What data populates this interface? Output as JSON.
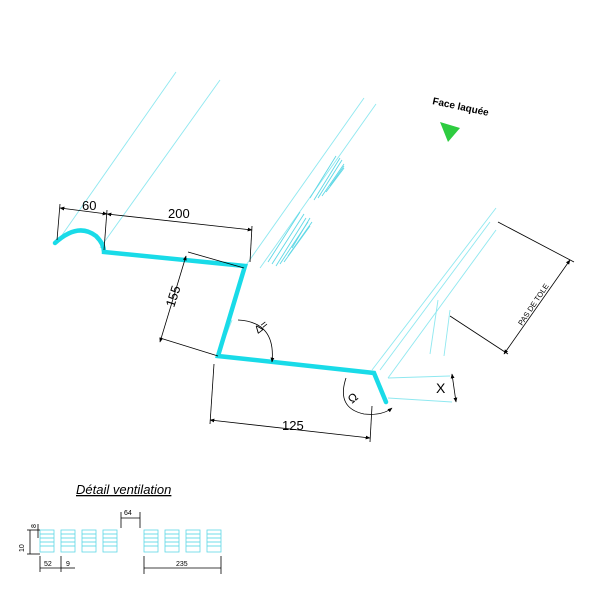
{
  "drawing": {
    "face_label": "Face laquée",
    "dimensions": {
      "d60": "60",
      "d200": "200",
      "d155": "155",
      "d125": "125",
      "x": "X",
      "pas_de_tole": "PAS DE TOLE"
    },
    "angles": {
      "delta": "Δ=",
      "omega": "Ω"
    },
    "colors": {
      "profile": "#19dbe8",
      "guide_lines": "#8fe8f0",
      "arrow": "#2ecc40"
    }
  },
  "detail": {
    "title": "Détail ventilation",
    "dims": {
      "d10": "10",
      "d8": "8",
      "d52": "52",
      "d9": "9",
      "d64": "64",
      "d235": "235"
    }
  }
}
